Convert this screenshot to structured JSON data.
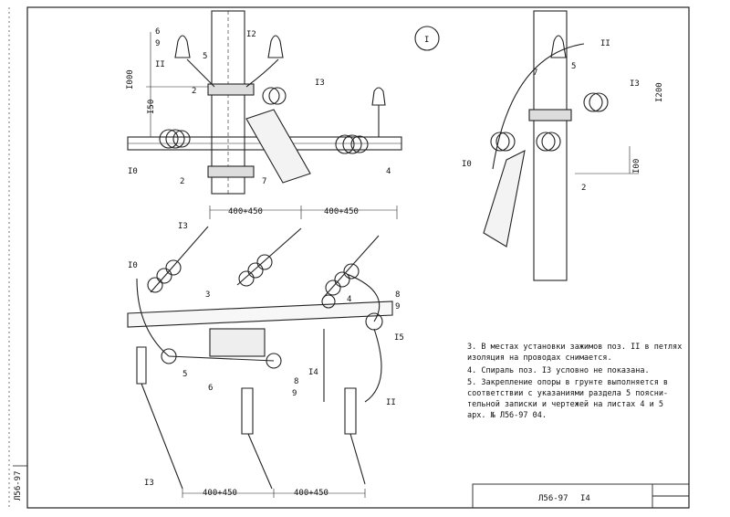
{
  "labels": {
    "circle_marker": "I",
    "p6": "6",
    "p9": "9",
    "p12": "I2",
    "p5": "5",
    "p11": "II",
    "p13": "I3",
    "p2": "2",
    "p10": "I0",
    "p7": "7",
    "p4": "4",
    "p3": "3",
    "p8": "8",
    "p15": "I5",
    "p14": "I4"
  },
  "dimensions": {
    "d1000": "I000",
    "d150": "I50",
    "d1200": "I200",
    "d100": "I00",
    "span_top_left": "400+450",
    "span_top_right": "400+450",
    "span_bottom_left": "400+450",
    "span_bottom_right": "400+450"
  },
  "notes": [
    "3. В местах установки зажимов поз. II в петлях",
    "   изоляция на проводах снимается.",
    "4. Спираль поз. I3 условно не показана.",
    "5. Закрепление опоры в грунте выполняется в",
    "   соответствии с указаниями раздела 5 поясни-",
    "   тельной записки и чертежей на листах 4 и 5",
    "   арх. № Л56-97 04."
  ],
  "stamp": {
    "code": "Л56-97",
    "sheet": "I4",
    "side_code": "Л56-97"
  }
}
